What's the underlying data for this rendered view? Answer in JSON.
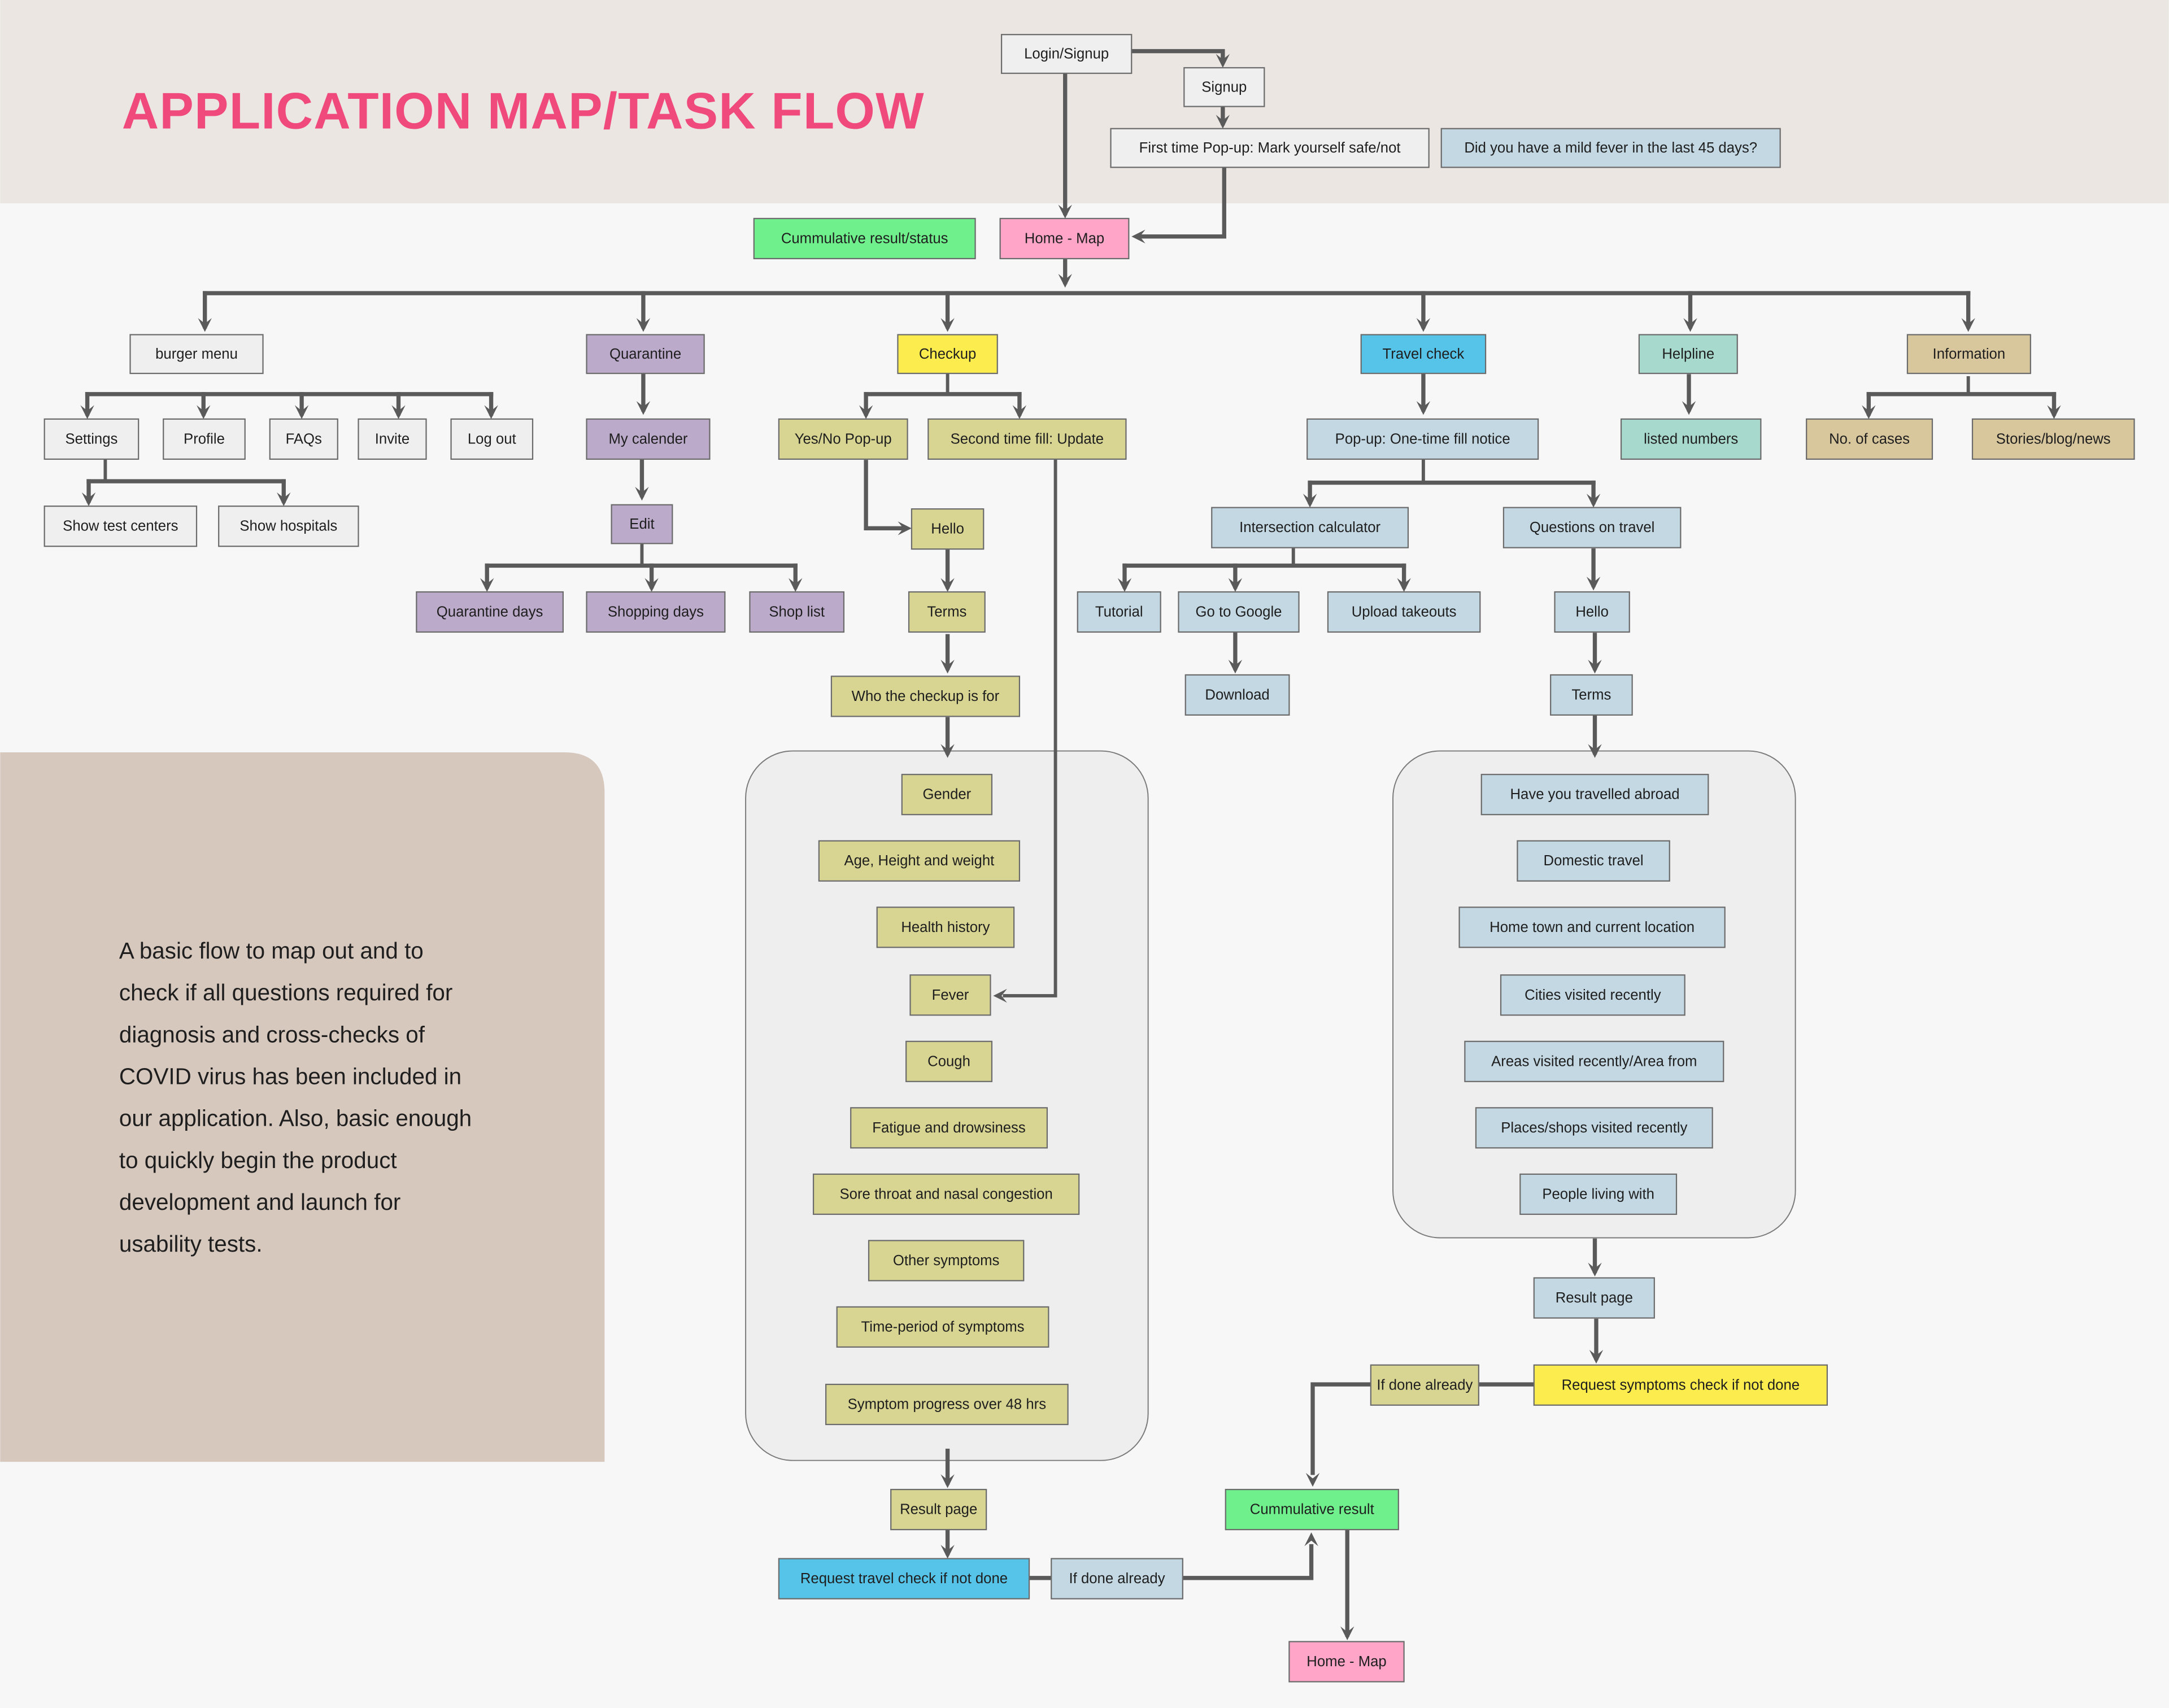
{
  "title": "APPLICATION MAP/TASK FLOW",
  "description_lines": [
    "A basic flow to map out and to",
    "check if all questions required for",
    "diagnosis and cross-checks of",
    "COVID virus has been included in",
    "our application. Also, basic enough",
    "to quickly begin the product",
    "development and launch for",
    "usability tests."
  ],
  "colors": {
    "title": "#ef4a7b",
    "header_bg": "#ebe6e2",
    "note_bg": "#d7c8be",
    "neutral": "#efefef",
    "home": "#ffa6c8",
    "cumulative": "#70f08c",
    "quarantine": "#bcaacb",
    "checkup_main": "#fcec4d",
    "checkup": "#d8d592",
    "travel_main": "#56c3e8",
    "travel": "#c3d8e3",
    "helpline": "#a8d9cd",
    "information": "#d8c69c",
    "request_travel": "#56c3e8",
    "request_symptoms": "#fcec4d"
  },
  "nodes": {
    "login": "Login/Signup",
    "signup": "Signup",
    "first_popup": "First time Pop-up: Mark yourself safe/not",
    "fever_question": "Did you have a mild fever in the last 45 days?",
    "home_map": "Home - Map",
    "cumulative_status": "Cummulative result/status",
    "burger_menu": "burger menu",
    "settings": "Settings",
    "profile": "Profile",
    "faqs": "FAQs",
    "invite": "Invite",
    "logout": "Log out",
    "show_test_centers": "Show test centers",
    "show_hospitals": "Show hospitals",
    "quarantine": "Quarantine",
    "my_calender": "My calender",
    "edit": "Edit",
    "quarantine_days": "Quarantine days",
    "shopping_days": "Shopping days",
    "shop_list": "Shop list",
    "checkup": "Checkup",
    "yes_no_popup": "Yes/No Pop-up",
    "second_time_fill": "Second time fill: Update",
    "checkup_hello": "Hello",
    "checkup_terms": "Terms",
    "who_checkup_for": "Who the checkup is for",
    "checkup_questions": [
      "Gender",
      "Age, Height and weight",
      "Health history",
      "Fever",
      "Cough",
      "Fatigue and drowsiness",
      "Sore throat and nasal congestion",
      "Other symptoms",
      "Time-period of symptoms",
      "Symptom progress over 48 hrs"
    ],
    "checkup_result": "Result page",
    "request_travel_check": "Request travel check if not done",
    "checkup_if_done": "If done already",
    "cumulative_result": "Cummulative result",
    "home_map_end": "Home - Map",
    "travel_check": "Travel check",
    "one_time_notice": "Pop-up: One-time fill notice",
    "intersection_calc": "Intersection calculator",
    "tutorial": "Tutorial",
    "go_to_google": "Go to Google",
    "download": "Download",
    "upload_takeouts": "Upload takeouts",
    "questions_on_travel": "Questions on travel",
    "travel_hello": "Hello",
    "travel_terms": "Terms",
    "travel_questions": [
      "Have you travelled abroad",
      "Domestic travel",
      "Home town and current location",
      "Cities visited recently",
      "Areas visited recently/Area from",
      "Places/shops visited recently",
      "People living with"
    ],
    "travel_result": "Result page",
    "travel_if_done": "If done already",
    "request_symptoms_check": "Request symptoms check if not done",
    "helpline": "Helpline",
    "listed_numbers": "listed numbers",
    "information": "Information",
    "no_of_cases": "No. of cases",
    "stories": "Stories/blog/news"
  }
}
